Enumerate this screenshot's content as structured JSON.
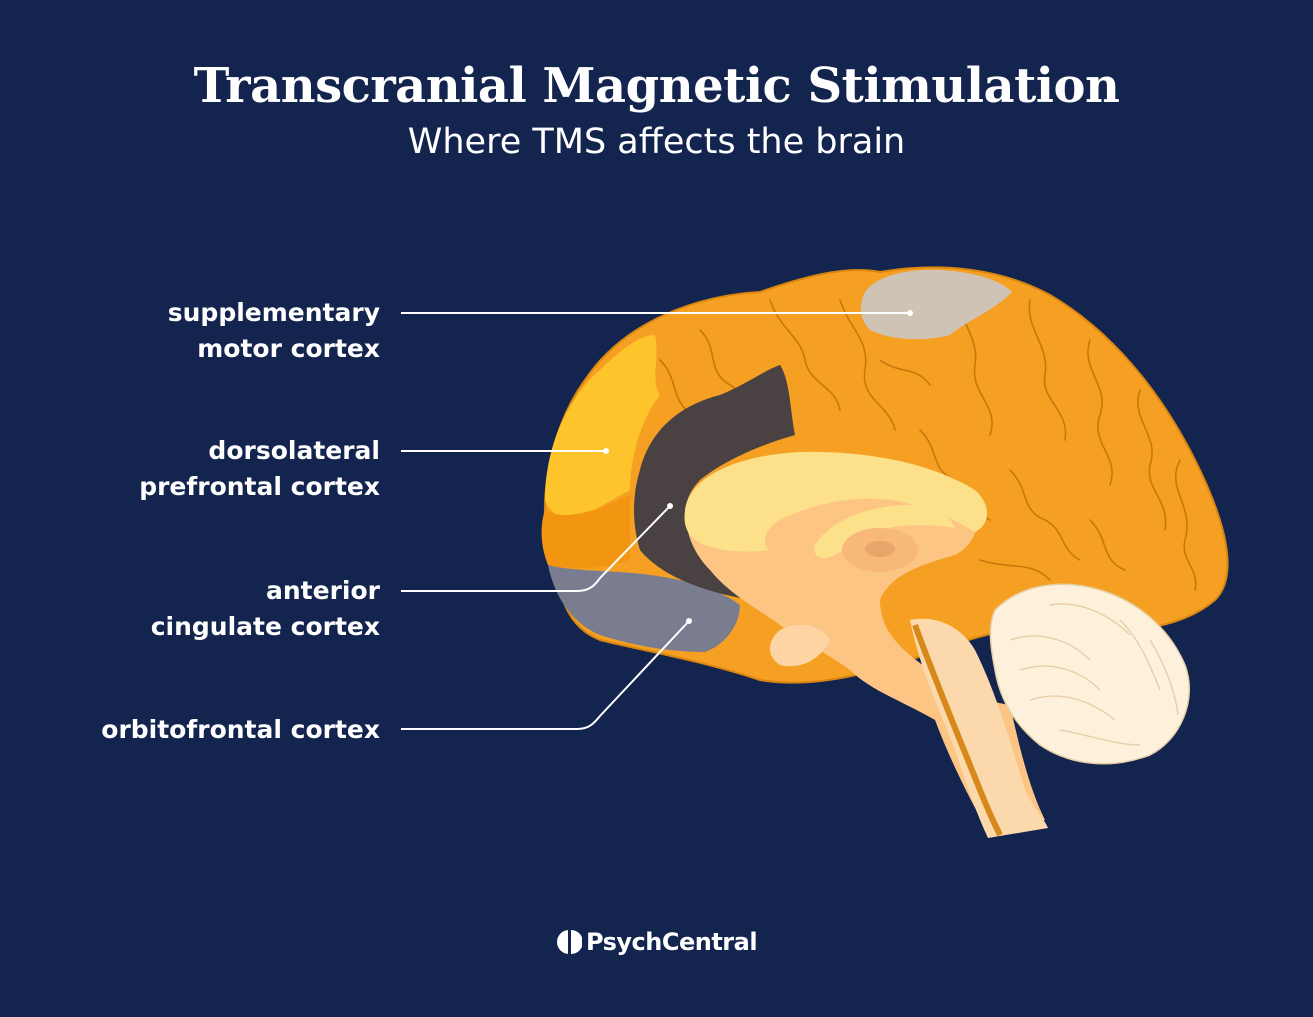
{
  "header": {
    "title": "Transcranial Magnetic Stimulation",
    "subtitle": "Where TMS affects the brain"
  },
  "labels": {
    "sma": [
      "supplementary",
      "motor cortex"
    ],
    "dlpfc": [
      "dorsolateral",
      "prefrontal cortex"
    ],
    "acc": [
      "anterior",
      "cingulate cortex"
    ],
    "ofc": [
      "orbitofrontal cortex"
    ]
  },
  "footer": {
    "brand": "PsychCentral"
  },
  "colors": {
    "background": "#13244f",
    "cortex": "#f5a023",
    "cortex_dark": "#e08a12",
    "sma": "#cfc3b6",
    "dlpfc": "#fec42c",
    "acc": "#4a4142",
    "ofc": "#7a7c8f",
    "corpus_callosum": "#fde08a",
    "inner": "#fcc583",
    "cerebellum": "#fdf1dc",
    "text": "#ffffff"
  },
  "icons": {
    "logo": "psychcentral-logo-icon"
  }
}
